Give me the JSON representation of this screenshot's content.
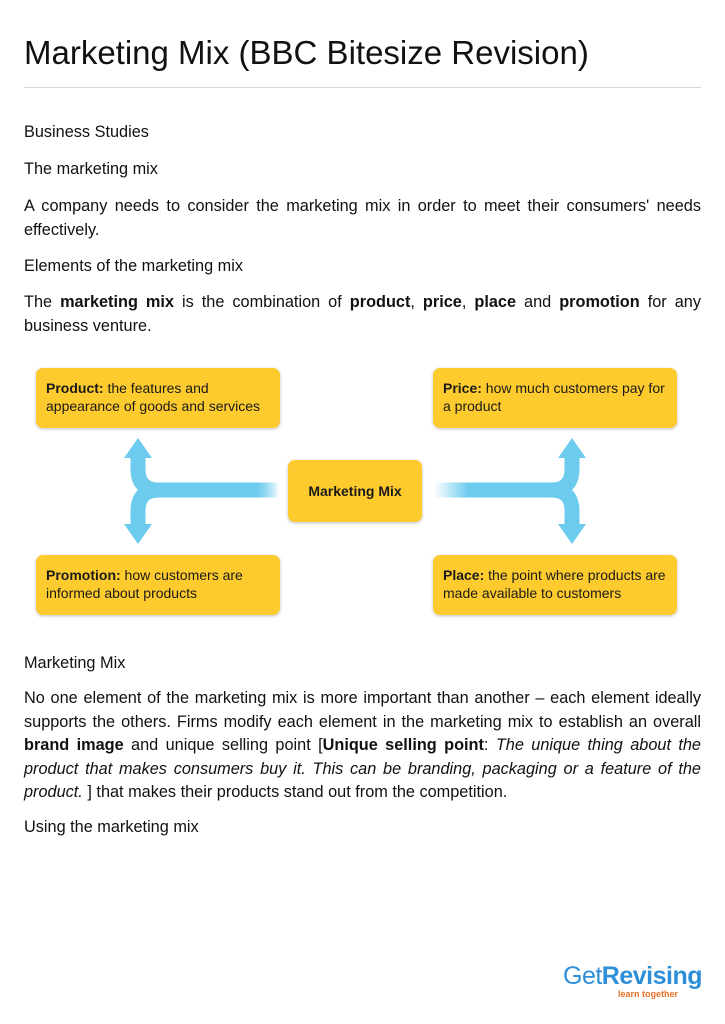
{
  "page_title": "Marketing Mix (BBC Bitesize Revision)",
  "paragraphs": {
    "subject": "Business Studies",
    "heading_marketing_mix": "The marketing mix",
    "intro": "A company needs to consider the marketing mix in order to meet their consumers' needs effectively.",
    "heading_elements": "Elements of the marketing mix",
    "definition": {
      "p1": "The ",
      "b1": "marketing mix",
      "p2": " is the combination of ",
      "b2": "product",
      "p3": ", ",
      "b3": "price",
      "p4": ", ",
      "b4": "place",
      "p5": " and ",
      "b5": "promotion",
      "p6": " for any business venture."
    },
    "heading_mix": "Marketing Mix",
    "importance": {
      "p1": "No one element of the marketing mix is more important than another – each element ideally supports the others. Firms modify each element in the marketing mix to establish an overall ",
      "b1": "brand image",
      "p2": " and unique selling point [",
      "b2": "Unique selling point",
      "p3": ": ",
      "i1": "The unique thing about the product that makes consumers buy it. This can be branding, packaging or a feature of the product.",
      "p4": " ] that makes their products stand out from the competition."
    },
    "heading_using": "Using the marketing mix"
  },
  "diagram": {
    "center": "Marketing Mix",
    "product": {
      "label": "Product:",
      "text": " the features and appearance of goods and services"
    },
    "price": {
      "label": "Price:",
      "text": " how much customers pay for a product"
    },
    "promotion": {
      "label": "Promotion:",
      "text": " how customers are informed about products"
    },
    "place": {
      "label": "Place:",
      "text": " the point where products are made available to customers"
    },
    "colors": {
      "box": "#fecb2e",
      "arrow": "#6dcbee"
    }
  },
  "logo": {
    "get": "Get",
    "revising": "Revising",
    "tagline": "learn together",
    "colors": {
      "main": "#2d8fd8",
      "tagline": "#e8702a"
    }
  }
}
